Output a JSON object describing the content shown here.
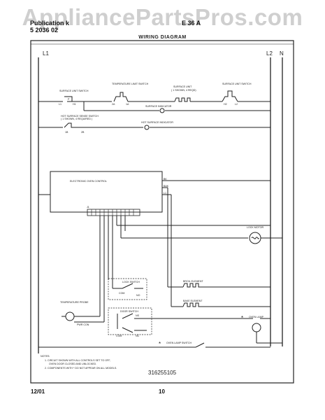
{
  "watermark": "AppliancePartsPros.com",
  "header": {
    "line1_left": "Publication  k",
    "line2_left": "5  2036  02",
    "right": "E  36  A",
    "title": "WIRING DIAGRAM"
  },
  "lines": {
    "l1": "L1",
    "l2": "L2",
    "n": "N"
  },
  "labels": {
    "surface_unit_switch_left": "SURFACE UNIT SWITCH",
    "l1": "L1",
    "p": "P",
    "h1": "H1",
    "temp_limit_switch": "TEMPERATURE LIMIT SWITCH",
    "t2a": "2A",
    "t1a": "1A",
    "surface_unit": "SURFACE UNIT",
    "surface_unit_note": "( 1 SHOWN, 4 REQD)",
    "surface_unit_switch_right": "SURFACE UNIT SWITCH",
    "h2": "H2",
    "l2": "L2",
    "surface_indicator": "SURFACE INDICATOR",
    "hot_surface_sense": "HOT SURFACE SENSE SWITCH",
    "hot_surface_sense_note": "( 1 SHOWN, 4 REQUIRED )",
    "t1b": "1B",
    "t2b": "2B",
    "hot_surface_indicator": "HOT SURFACE INDICATOR",
    "electronic_oven_control": "ELECTRONIC OVEN CONTROL",
    "bk": "BK",
    "bake": "BAK",
    "l1_ctrl": "L1",
    "j1": "J1",
    "lock_motor": "LOCK MOTOR",
    "lock_switch": "LOCK SWITCH",
    "com": "COM",
    "no": "NO",
    "temperature_probe": "TEMPERATURE PROBE",
    "pwr_con": "PWR CON",
    "door_switch": "DOOR SWITCH",
    "ns": "NS",
    "nc": "NC",
    "broil_element": "BROIL ELEMENT",
    "bake_element": "BAKE ELEMENT",
    "oven_lamp": "OVEN LAMP",
    "oven_lamp_switch": "OVEN LAMP SWITCH",
    "star": "*"
  },
  "notes": {
    "title": "NOTES:",
    "note1a": "1.  CIRCUIT SHOWN WITH ALL CONTROLS SET TO OFF,",
    "note1b": "OVEN DOOR CLOSED AND UNLOCKED.",
    "note2": "2.  COMPONENTS WITH  *  DO NOT APPEAR ON ALL MODELS."
  },
  "part_number": "316255105",
  "footer": {
    "date": "12/01",
    "page": "10"
  }
}
